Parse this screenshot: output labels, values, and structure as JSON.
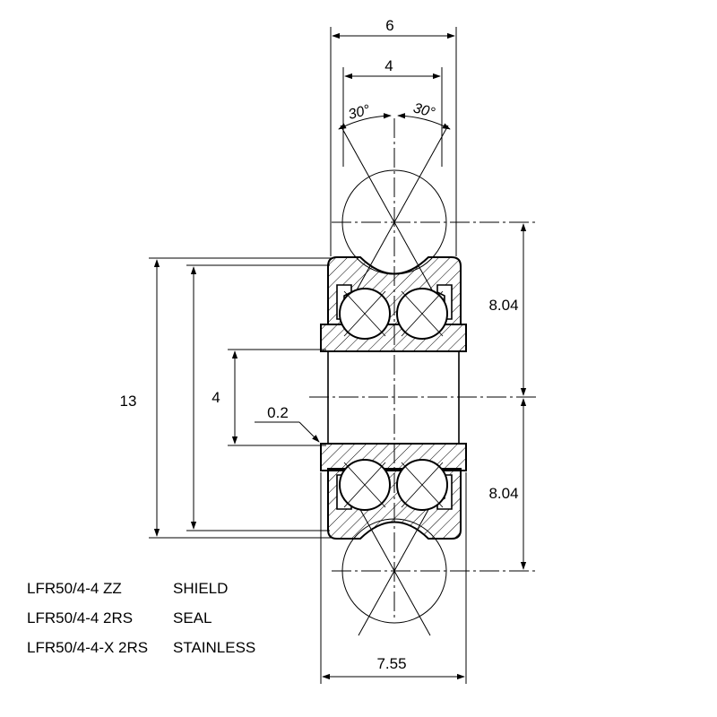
{
  "dimensions": {
    "overall_width": "6",
    "groove_width": "4",
    "angle_left": "30°",
    "angle_right": "30°",
    "outer_diameter": "13",
    "bore_diameter": "4",
    "chamfer": "0.2",
    "upper_radius": "8.04",
    "lower_radius": "8.04",
    "inner_ring_width": "7.55"
  },
  "part_list": [
    {
      "code": "LFR50/4-4 ZZ",
      "type": "SHIELD"
    },
    {
      "code": "LFR50/4-4 2RS",
      "type": "SEAL"
    },
    {
      "code": "LFR50/4-4-X 2RS",
      "type": "STAINLESS"
    }
  ]
}
